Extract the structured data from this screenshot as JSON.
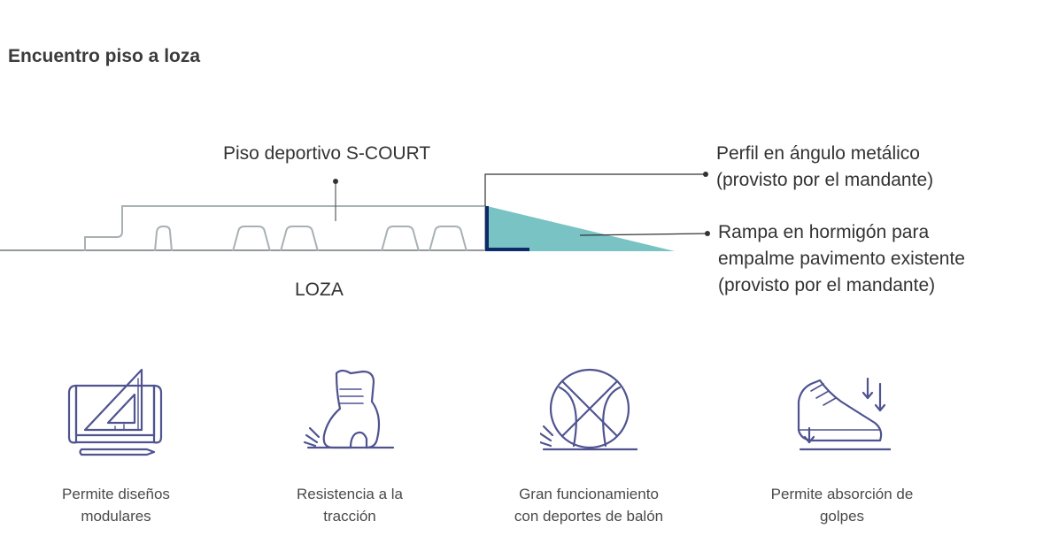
{
  "title": "Encuentro piso a loza",
  "diagram": {
    "floor_label": "Piso deportivo S-COURT",
    "slab_label": "LOZA",
    "profile_label": [
      "Perfil en ángulo metálico",
      "(provisto por el mandante)"
    ],
    "ramp_label": [
      "Rampa en hormigón para",
      "empalme pavimento existente",
      "(provisto por el mandante)"
    ]
  },
  "features": [
    {
      "icon": "blueprint-triangle-icon",
      "label": [
        "Permite diseños",
        "modulares"
      ]
    },
    {
      "icon": "sneaker-traction-icon",
      "label": [
        "Resistencia a la",
        "tracción"
      ]
    },
    {
      "icon": "basketball-icon",
      "label": [
        "Gran funcionamiento",
        "con deportes de balón"
      ]
    },
    {
      "icon": "shoe-shock-absorption-icon",
      "label": [
        "Permite absorción de",
        "golpes"
      ]
    }
  ],
  "colors": {
    "outline": "#a9b1b3",
    "ramp_fill": "#79c3c5",
    "profile": "#0d2a6b",
    "icon": "#4f5390"
  }
}
